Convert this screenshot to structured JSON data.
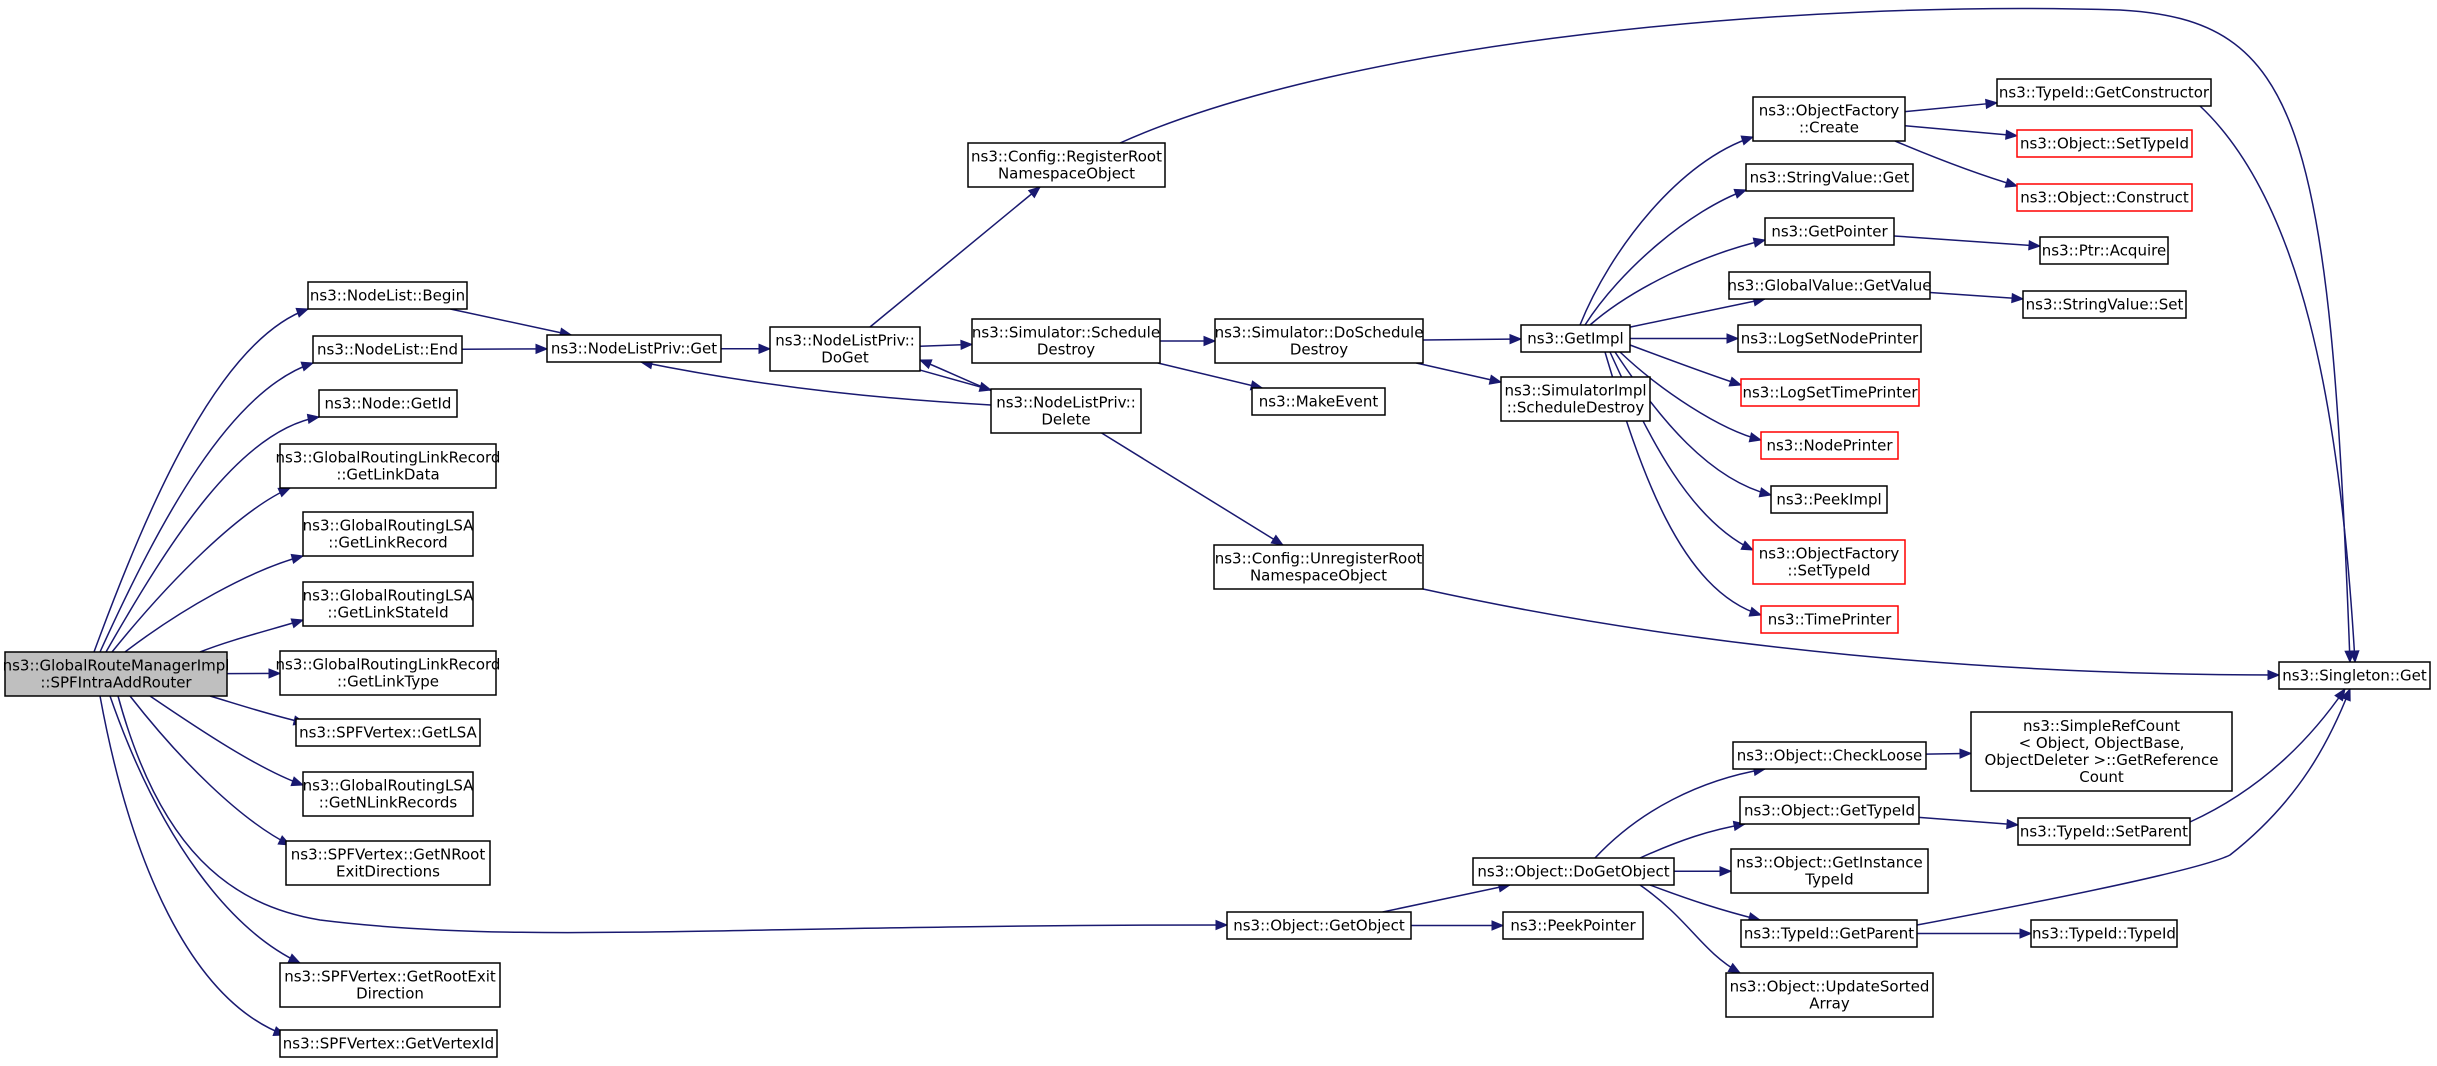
{
  "colors": {
    "edge": "#191970",
    "node_border": "#000000",
    "root_fill": "#bfbfbf",
    "missing_border": "#ff0000"
  },
  "nodes": [
    {
      "id": "root",
      "lines": [
        "ns3::GlobalRouteManagerImpl",
        "::SPFIntraAddRouter"
      ],
      "style": "root"
    },
    {
      "id": "nlbegin",
      "lines": [
        "ns3::NodeList::Begin"
      ]
    },
    {
      "id": "nlend",
      "lines": [
        "ns3::NodeList::End"
      ]
    },
    {
      "id": "nodegetid",
      "lines": [
        "ns3::Node::GetId"
      ]
    },
    {
      "id": "grlrgetlinkdata",
      "lines": [
        "ns3::GlobalRoutingLinkRecord",
        "::GetLinkData"
      ]
    },
    {
      "id": "grlsagetlinkrecord",
      "lines": [
        "ns3::GlobalRoutingLSA",
        "::GetLinkRecord"
      ]
    },
    {
      "id": "grlsagetlinkstateid",
      "lines": [
        "ns3::GlobalRoutingLSA",
        "::GetLinkStateId"
      ]
    },
    {
      "id": "grlrgetlinktype",
      "lines": [
        "ns3::GlobalRoutingLinkRecord",
        "::GetLinkType"
      ]
    },
    {
      "id": "spfgetlsa",
      "lines": [
        "ns3::SPFVertex::GetLSA"
      ]
    },
    {
      "id": "grlsagetnlinkrecords",
      "lines": [
        "ns3::GlobalRoutingLSA",
        "::GetNLinkRecords"
      ]
    },
    {
      "id": "spfgetnrootexit",
      "lines": [
        "ns3::SPFVertex::GetNRoot",
        "ExitDirections"
      ]
    },
    {
      "id": "spfgetrootexit",
      "lines": [
        "ns3::SPFVertex::GetRootExit",
        "Direction"
      ]
    },
    {
      "id": "spfgetvertexid",
      "lines": [
        "ns3::SPFVertex::GetVertexId"
      ]
    },
    {
      "id": "nlprivget",
      "lines": [
        "ns3::NodeListPriv::Get"
      ]
    },
    {
      "id": "nlprivdoget",
      "lines": [
        "ns3::NodeListPriv::",
        "DoGet"
      ]
    },
    {
      "id": "configregisterroot",
      "lines": [
        "ns3::Config::RegisterRoot",
        "NamespaceObject"
      ]
    },
    {
      "id": "simschedule",
      "lines": [
        "ns3::Simulator::Schedule",
        "Destroy"
      ]
    },
    {
      "id": "nlprivdelete",
      "lines": [
        "ns3::NodeListPriv::",
        "Delete"
      ]
    },
    {
      "id": "simdoschedule",
      "lines": [
        "ns3::Simulator::DoSchedule",
        "Destroy"
      ]
    },
    {
      "id": "makeevent",
      "lines": [
        "ns3::MakeEvent"
      ]
    },
    {
      "id": "configunregister",
      "lines": [
        "ns3::Config::UnregisterRoot",
        "NamespaceObject"
      ]
    },
    {
      "id": "getimpl",
      "lines": [
        "ns3::GetImpl"
      ]
    },
    {
      "id": "simimplscheduledestroy",
      "lines": [
        "ns3::SimulatorImpl",
        "::ScheduleDestroy"
      ]
    },
    {
      "id": "objfactorycreate",
      "lines": [
        "ns3::ObjectFactory",
        "::Create"
      ]
    },
    {
      "id": "stringvalueget",
      "lines": [
        "ns3::StringValue::Get"
      ]
    },
    {
      "id": "getpointer",
      "lines": [
        "ns3::GetPointer"
      ]
    },
    {
      "id": "globalvaluegetvalue",
      "lines": [
        "ns3::GlobalValue::GetValue"
      ]
    },
    {
      "id": "logsetnodeprinter",
      "lines": [
        "ns3::LogSetNodePrinter"
      ]
    },
    {
      "id": "logsettimeprinter",
      "lines": [
        "ns3::LogSetTimePrinter"
      ],
      "style": "missing"
    },
    {
      "id": "nodeprinter",
      "lines": [
        "ns3::NodePrinter"
      ],
      "style": "missing"
    },
    {
      "id": "peekimpl",
      "lines": [
        "ns3::PeekImpl"
      ]
    },
    {
      "id": "objfactorysettypeid",
      "lines": [
        "ns3::ObjectFactory",
        "::SetTypeId"
      ],
      "style": "missing"
    },
    {
      "id": "timeprinter",
      "lines": [
        "ns3::TimePrinter"
      ],
      "style": "missing"
    },
    {
      "id": "typeidgetconstructor",
      "lines": [
        "ns3::TypeId::GetConstructor"
      ]
    },
    {
      "id": "objectsettypeid",
      "lines": [
        "ns3::Object::SetTypeId"
      ],
      "style": "missing"
    },
    {
      "id": "objectconstruct",
      "lines": [
        "ns3::Object::Construct"
      ],
      "style": "missing"
    },
    {
      "id": "ptracquire",
      "lines": [
        "ns3::Ptr::Acquire"
      ]
    },
    {
      "id": "stringvalueset",
      "lines": [
        "ns3::StringValue::Set"
      ]
    },
    {
      "id": "singletonget",
      "lines": [
        "ns3::Singleton::Get"
      ]
    },
    {
      "id": "objectgetobject",
      "lines": [
        "ns3::Object::GetObject"
      ]
    },
    {
      "id": "peekpointer",
      "lines": [
        "ns3::PeekPointer"
      ]
    },
    {
      "id": "objectdogetobject",
      "lines": [
        "ns3::Object::DoGetObject"
      ]
    },
    {
      "id": "objectcheckloose",
      "lines": [
        "ns3::Object::CheckLoose"
      ]
    },
    {
      "id": "objectgettypeid",
      "lines": [
        "ns3::Object::GetTypeId"
      ]
    },
    {
      "id": "objectgetinstancetypeid",
      "lines": [
        "ns3::Object::GetInstance",
        "TypeId"
      ]
    },
    {
      "id": "typeidgetparent",
      "lines": [
        "ns3::TypeId::GetParent"
      ]
    },
    {
      "id": "objectupdatesorted",
      "lines": [
        "ns3::Object::UpdateSorted",
        "Array"
      ]
    },
    {
      "id": "simplerefcount",
      "lines": [
        "ns3::SimpleRefCount",
        "< Object, ObjectBase,",
        "ObjectDeleter >::GetReference",
        "Count"
      ]
    },
    {
      "id": "typeidsetparent",
      "lines": [
        "ns3::TypeId::SetParent"
      ]
    },
    {
      "id": "typeidtypeid",
      "lines": [
        "ns3::TypeId::TypeId"
      ]
    }
  ],
  "edges": [
    [
      "root",
      "nlbegin"
    ],
    [
      "root",
      "nlend"
    ],
    [
      "root",
      "nodegetid"
    ],
    [
      "root",
      "grlrgetlinkdata"
    ],
    [
      "root",
      "grlsagetlinkrecord"
    ],
    [
      "root",
      "grlsagetlinkstateid"
    ],
    [
      "root",
      "grlrgetlinktype"
    ],
    [
      "root",
      "spfgetlsa"
    ],
    [
      "root",
      "grlsagetnlinkrecords"
    ],
    [
      "root",
      "spfgetnrootexit"
    ],
    [
      "root",
      "objectgetobject"
    ],
    [
      "root",
      "spfgetrootexit"
    ],
    [
      "root",
      "spfgetvertexid"
    ],
    [
      "nlbegin",
      "nlprivget"
    ],
    [
      "nlend",
      "nlprivget"
    ],
    [
      "nlprivget",
      "nlprivdoget"
    ],
    [
      "nlprivdoget",
      "configregisterroot"
    ],
    [
      "nlprivdoget",
      "simschedule"
    ],
    [
      "nlprivdoget",
      "nlprivdelete"
    ],
    [
      "nlprivdelete",
      "nlprivdoget"
    ],
    [
      "nlprivdelete",
      "nlprivget"
    ],
    [
      "nlprivdelete",
      "configunregister"
    ],
    [
      "simschedule",
      "simdoschedule"
    ],
    [
      "simschedule",
      "makeevent"
    ],
    [
      "simdoschedule",
      "getimpl"
    ],
    [
      "simdoschedule",
      "simimplscheduledestroy"
    ],
    [
      "getimpl",
      "objfactorycreate"
    ],
    [
      "getimpl",
      "stringvalueget"
    ],
    [
      "getimpl",
      "getpointer"
    ],
    [
      "getimpl",
      "globalvaluegetvalue"
    ],
    [
      "getimpl",
      "logsetnodeprinter"
    ],
    [
      "getimpl",
      "logsettimeprinter"
    ],
    [
      "getimpl",
      "nodeprinter"
    ],
    [
      "getimpl",
      "peekimpl"
    ],
    [
      "getimpl",
      "objfactorysettypeid"
    ],
    [
      "getimpl",
      "timeprinter"
    ],
    [
      "objfactorycreate",
      "typeidgetconstructor"
    ],
    [
      "objfactorycreate",
      "objectsettypeid"
    ],
    [
      "objfactorycreate",
      "objectconstruct"
    ],
    [
      "getpointer",
      "ptracquire"
    ],
    [
      "globalvaluegetvalue",
      "stringvalueset"
    ],
    [
      "typeidgetconstructor",
      "singletonget"
    ],
    [
      "configregisterroot",
      "singletonget"
    ],
    [
      "configunregister",
      "singletonget"
    ],
    [
      "objectgetobject",
      "objectdogetobject"
    ],
    [
      "objectgetobject",
      "peekpointer"
    ],
    [
      "objectdogetobject",
      "objectcheckloose"
    ],
    [
      "objectdogetobject",
      "objectgettypeid"
    ],
    [
      "objectdogetobject",
      "objectgetinstancetypeid"
    ],
    [
      "objectdogetobject",
      "typeidgetparent"
    ],
    [
      "objectdogetobject",
      "objectupdatesorted"
    ],
    [
      "objectcheckloose",
      "simplerefcount"
    ],
    [
      "objectgettypeid",
      "typeidsetparent"
    ],
    [
      "typeidsetparent",
      "singletonget"
    ],
    [
      "typeidgetparent",
      "singletonget"
    ],
    [
      "typeidgetparent",
      "typeidtypeid"
    ]
  ]
}
